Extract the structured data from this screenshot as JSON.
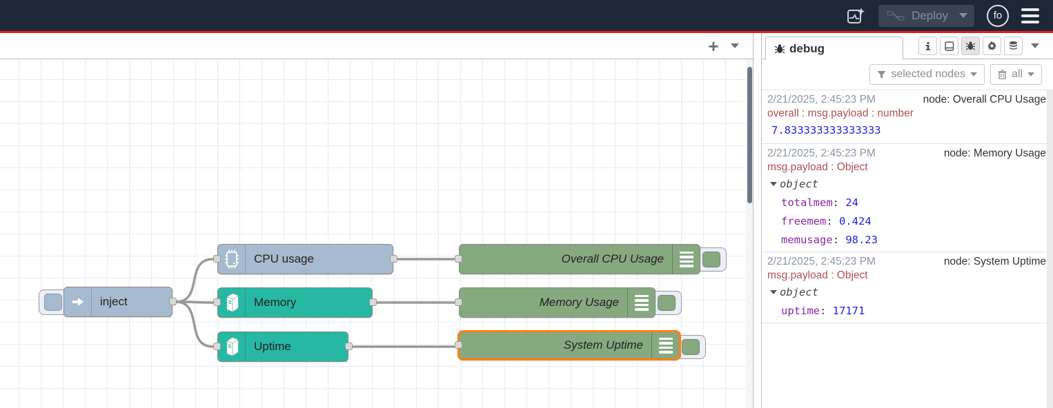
{
  "header": {
    "deploy_label": "Deploy",
    "avatar_initials": "fo"
  },
  "canvas": {
    "nodes": [
      {
        "label": "inject",
        "type": "inject",
        "color": "#a6bbcf"
      },
      {
        "label": "CPU usage",
        "type": "cpu",
        "color": "#a6bbcf"
      },
      {
        "label": "Memory",
        "type": "os",
        "color": "#26b8a2"
      },
      {
        "label": "Uptime",
        "type": "os",
        "color": "#26b8a2"
      },
      {
        "label": "Overall CPU Usage",
        "type": "debug",
        "color": "#87a980"
      },
      {
        "label": "Memory Usage",
        "type": "debug",
        "color": "#87a980"
      },
      {
        "label": "System Uptime",
        "type": "debug",
        "color": "#87a980",
        "selected": true
      }
    ]
  },
  "sidebar": {
    "tab_label": "debug",
    "filter_label": "selected nodes",
    "clear_label": "all",
    "messages": [
      {
        "timestamp": "2/21/2025, 2:45:23 PM",
        "node": "node: Overall CPU Usage",
        "property": "overall : msg.payload : number",
        "value": "7.833333333333333"
      },
      {
        "timestamp": "2/21/2025, 2:45:23 PM",
        "node": "node: Memory Usage",
        "property": "msg.payload : Object",
        "object_label": "object",
        "fields": [
          {
            "key": "totalmem",
            "value": "24"
          },
          {
            "key": "freemem",
            "value": "0.424"
          },
          {
            "key": "memusage",
            "value": "98.23"
          }
        ]
      },
      {
        "timestamp": "2/21/2025, 2:45:23 PM",
        "node": "node: System Uptime",
        "property": "msg.payload : Object",
        "object_label": "object",
        "fields": [
          {
            "key": "uptime",
            "value": "17171"
          }
        ]
      }
    ]
  },
  "colors": {
    "header_bg": "#1e2736",
    "accent_red": "#e02020",
    "node_blue": "#a6bbcf",
    "node_teal": "#26b8a2",
    "node_green": "#87a980",
    "selected_border": "#ff7f0e",
    "wire": "#999999",
    "debug_key": "#8e24aa",
    "debug_value": "#2222dd",
    "debug_property": "#b05050"
  }
}
